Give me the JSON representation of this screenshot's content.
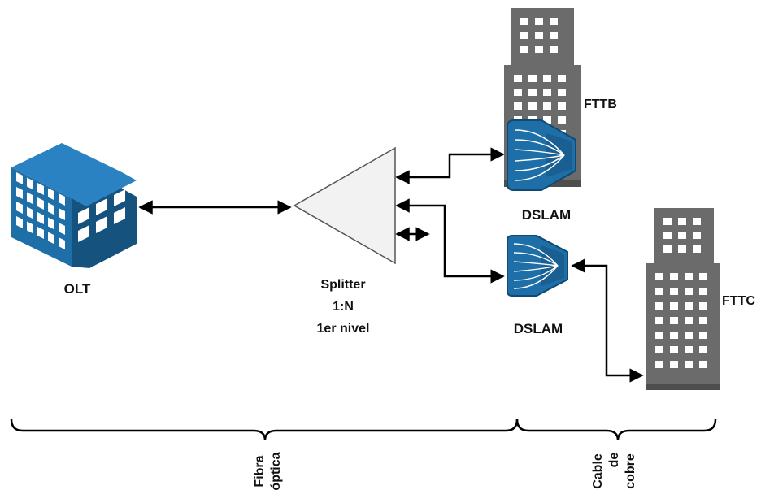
{
  "labels": {
    "olt": "OLT",
    "splitter_line1": "Splitter",
    "splitter_line2": "1:N",
    "splitter_line3": "1er nivel",
    "fttb": "FTTB",
    "fttc": "FTTC",
    "dslam_top": "DSLAM",
    "dslam_bottom": "DSLAM",
    "fibra_line1": "Fibra",
    "fibra_line2": "óptica",
    "cable_line1": "Cable",
    "cable_line2": "de",
    "cable_line3": "cobre"
  },
  "colors": {
    "building_blue": "#1e6fa8",
    "building_blue_dark": "#16527e",
    "tower_gray": "#6b6b6b",
    "tower_gray_dark": "#4e4e4e",
    "splitter_fill": "#f2f2f2",
    "line": "#000000"
  },
  "icons": {
    "olt": "office-building-icon",
    "dslam": "dslam-router-icon",
    "tower": "tower-building-icon",
    "splitter": "triangle-splitter-icon"
  }
}
